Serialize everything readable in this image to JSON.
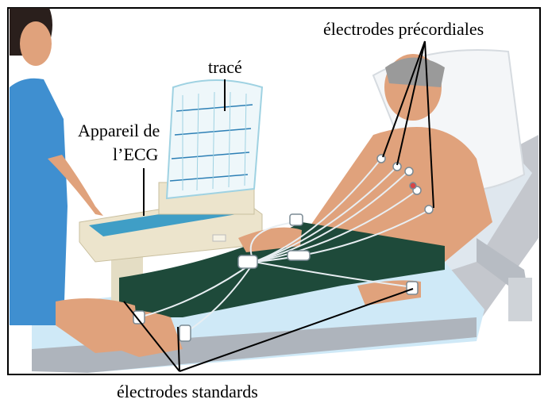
{
  "labels": {
    "precordial_electrodes": "électrodes précordiales",
    "trace": "tracé",
    "ecg_machine_line1": "Appareil de",
    "ecg_machine_line2": "l’ECG",
    "standard_electrodes": "électrodes standards"
  },
  "colors": {
    "frame": "#000000",
    "scrubs": "#3f8fd0",
    "skin": "#e0a27c",
    "trousers": "#1e4a3a",
    "bed_sheet": "#cfe9f7",
    "bed_frame": "#c9ccd2",
    "machine": "#ece4cc",
    "paper_grid": "#9fd2e2",
    "pillow": "#f4f6f8",
    "wall": "#ffffff"
  },
  "icons": [
    "nurse-figure",
    "ecg-machine",
    "patient-figure",
    "examination-bed",
    "electrode-clip"
  ]
}
